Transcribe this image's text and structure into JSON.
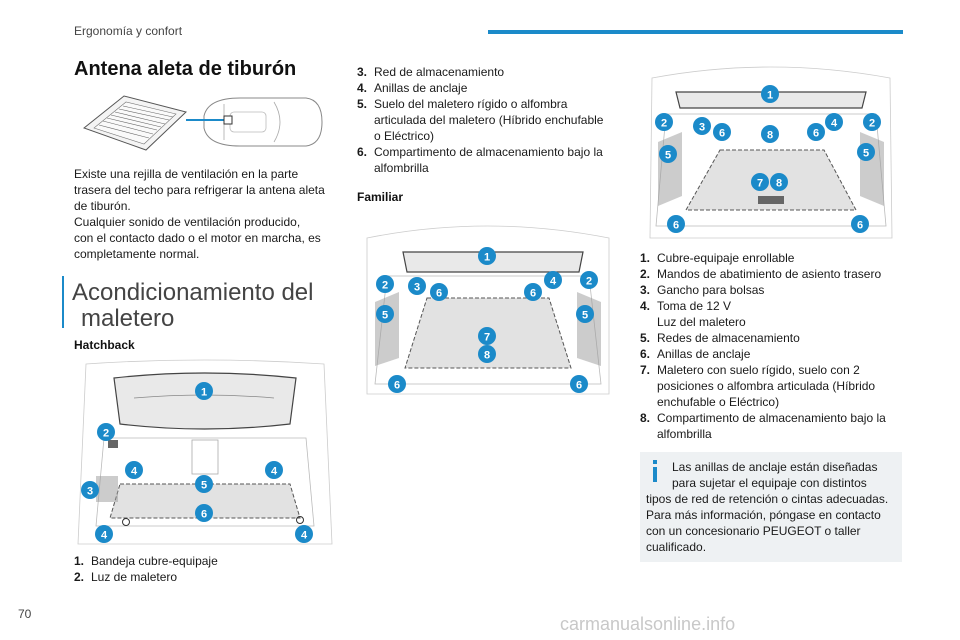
{
  "header": {
    "section": "Ergonomía y confort",
    "accent": "#1b8ac9"
  },
  "page_number": "70",
  "footer_watermark": "carmanualsonline.info",
  "antenna": {
    "title": "Antena aleta de tiburón",
    "paragraph_lines": [
      "Existe una rejilla de ventilación en la parte",
      "trasera del techo para refrigerar la antena aleta",
      "de tiburón.",
      "Cualquier sonido de ventilación producido,",
      "con el contacto dado o el motor en marcha, es",
      "completamente normal."
    ]
  },
  "trunk": {
    "title_line1": "Acondicionamiento del",
    "title_line2": "maletero",
    "hatchback": {
      "subtitle": "Hatchback",
      "items": [
        {
          "num": "1.",
          "lines": [
            "Bandeja cubre-equipaje"
          ]
        },
        {
          "num": "2.",
          "lines": [
            "Luz de maletero"
          ]
        },
        {
          "num": "3.",
          "lines": [
            "Red de almacenamiento"
          ]
        },
        {
          "num": "4.",
          "lines": [
            "Anillas de anclaje"
          ]
        },
        {
          "num": "5.",
          "lines": [
            "Suelo del maletero rígido o alfombra",
            "articulada del maletero (Híbrido enchufable",
            "o Eléctrico)"
          ]
        },
        {
          "num": "6.",
          "lines": [
            "Compartimento de almacenamiento bajo la",
            "alfombrilla"
          ]
        }
      ]
    },
    "familiar": {
      "subtitle": "Familiar",
      "items": [
        {
          "num": "1.",
          "lines": [
            "Cubre-equipaje enrollable"
          ]
        },
        {
          "num": "2.",
          "lines": [
            "Mandos de abatimiento de asiento trasero"
          ]
        },
        {
          "num": "3.",
          "lines": [
            "Gancho para bolsas"
          ]
        },
        {
          "num": "4.",
          "lines": [
            "Toma de 12 V",
            "Luz del maletero"
          ]
        },
        {
          "num": "5.",
          "lines": [
            "Redes de almacenamiento"
          ]
        },
        {
          "num": "6.",
          "lines": [
            "Anillas de anclaje"
          ]
        },
        {
          "num": "7.",
          "lines": [
            "Maletero con suelo rígido, suelo con 2",
            "posiciones o alfombra articulada (Híbrido",
            "enchufable o Eléctrico)"
          ]
        },
        {
          "num": "8.",
          "lines": [
            "Compartimento de almacenamiento bajo la",
            "alfombrilla"
          ]
        }
      ]
    }
  },
  "info": {
    "icon": "info-icon",
    "lines": [
      "Las anillas de anclaje están diseñadas",
      "para sujetar el equipaje con distintos",
      "tipos de red de retención o cintas adecuadas.",
      "Para más información, póngase en contacto",
      "con un concesionario PEUGEOT o taller",
      "cualificado."
    ]
  },
  "badges": {
    "b1": "1",
    "b2": "2",
    "b3": "3",
    "b4": "4",
    "b5": "5",
    "b6": "6",
    "b7": "7",
    "b8": "8",
    "color": "#1b8ac9"
  }
}
